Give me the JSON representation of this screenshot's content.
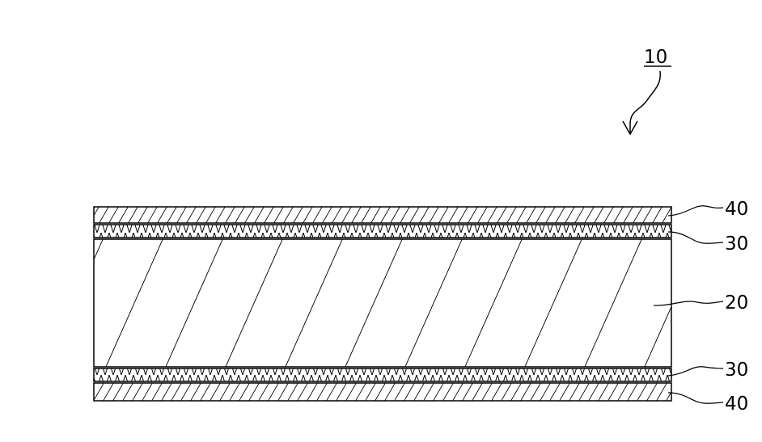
{
  "figure": {
    "assembly_ref": "10",
    "layers": [
      {
        "key": "top-outer",
        "ref": "40"
      },
      {
        "key": "top-inner",
        "ref": "30"
      },
      {
        "key": "core",
        "ref": "20"
      },
      {
        "key": "bottom-inner",
        "ref": "30"
      },
      {
        "key": "bottom-outer",
        "ref": "40"
      }
    ]
  },
  "colors": {
    "line": "#000000",
    "background": "#ffffff"
  }
}
